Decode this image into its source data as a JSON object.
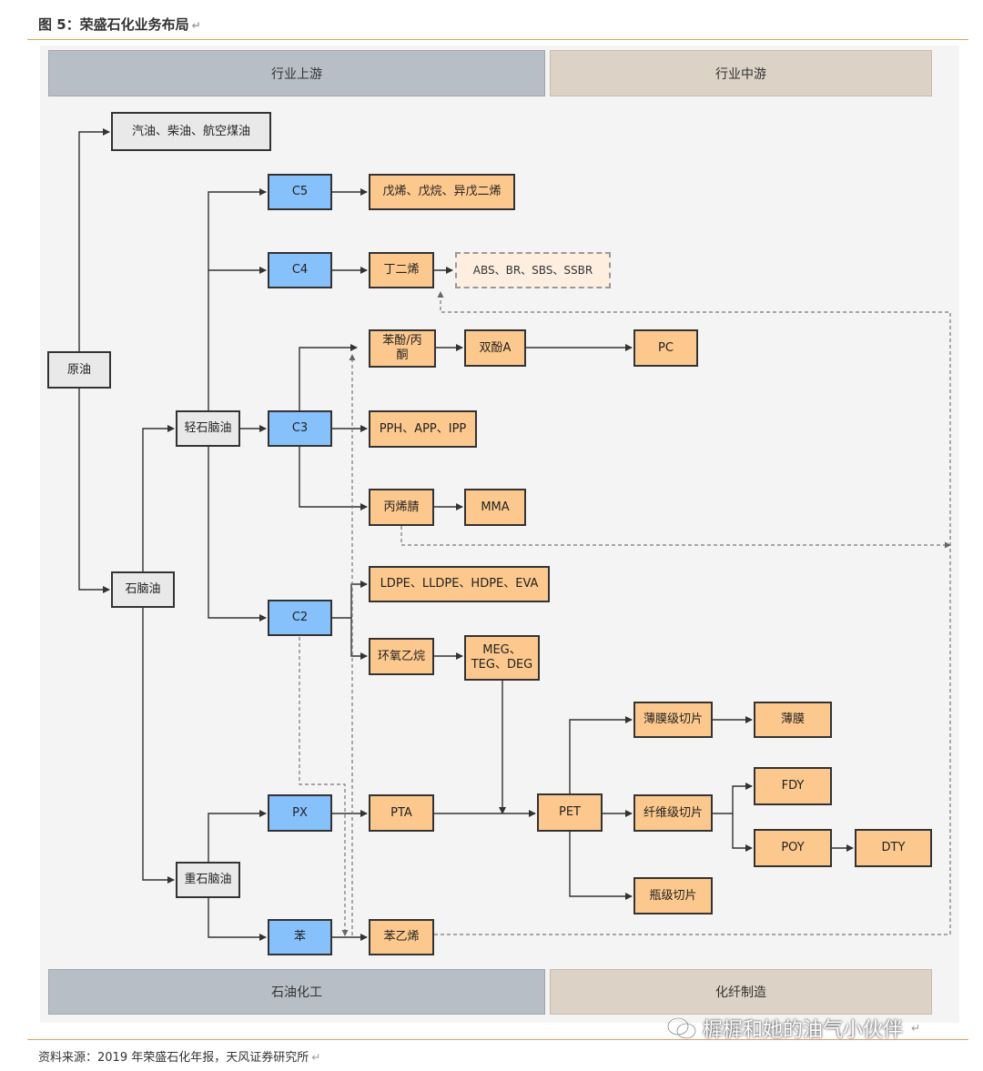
{
  "header": {
    "title": "图 5：荣盛石化业务布局",
    "return_mark": "↵"
  },
  "bands": {
    "upstream": "行业上游",
    "midstream": "行业中游",
    "petrochem": "石油化工",
    "fiber": "化纤制造"
  },
  "nodes": {
    "crude": "原油",
    "fuels": "汽油、柴油、航空煤油",
    "naphtha": "石脑油",
    "light_naphtha": "轻石脑油",
    "heavy_naphtha": "重石脑油",
    "c5": "C5",
    "c4": "C4",
    "c3": "C3",
    "c2": "C2",
    "px": "PX",
    "benzene": "苯",
    "pentenes": "戊烯、戊烷、异戊二烯",
    "butadiene": "丁二烯",
    "abs": "ABS、BR、SBS、SSBR",
    "phenol_l1": "苯酚/丙",
    "phenol_l2": "酮",
    "bpa": "双酚A",
    "pc": "PC",
    "pph": "PPH、APP、IPP",
    "acrylonitrile": "丙烯腈",
    "mma": "MMA",
    "ldpe": "LDPE、LLDPE、HDPE、EVA",
    "eo": "环氧乙烷",
    "meg_l1": "MEG、",
    "meg_l2": "TEG、DEG",
    "pta": "PTA",
    "pet": "PET",
    "film_chip": "薄膜级切片",
    "film": "薄膜",
    "fiber_chip": "纤维级切片",
    "fdy": "FDY",
    "poy": "POY",
    "dty": "DTY",
    "bottle_chip": "瓶级切片",
    "styrene": "苯乙烯"
  },
  "footer": {
    "source": "资料来源：2019 年荣盛石化年报，天风证券研究所",
    "watermark": "樨樨和她的油气小伙伴",
    "return_mark": "↵"
  },
  "colors": {
    "gray_box": "#e9e9e9",
    "blue_box": "#86c1fb",
    "orange_box": "#fcc88d",
    "band_gray": "#b8bec6",
    "band_tan": "#dcd2c6",
    "rule": "#e8a05c"
  }
}
